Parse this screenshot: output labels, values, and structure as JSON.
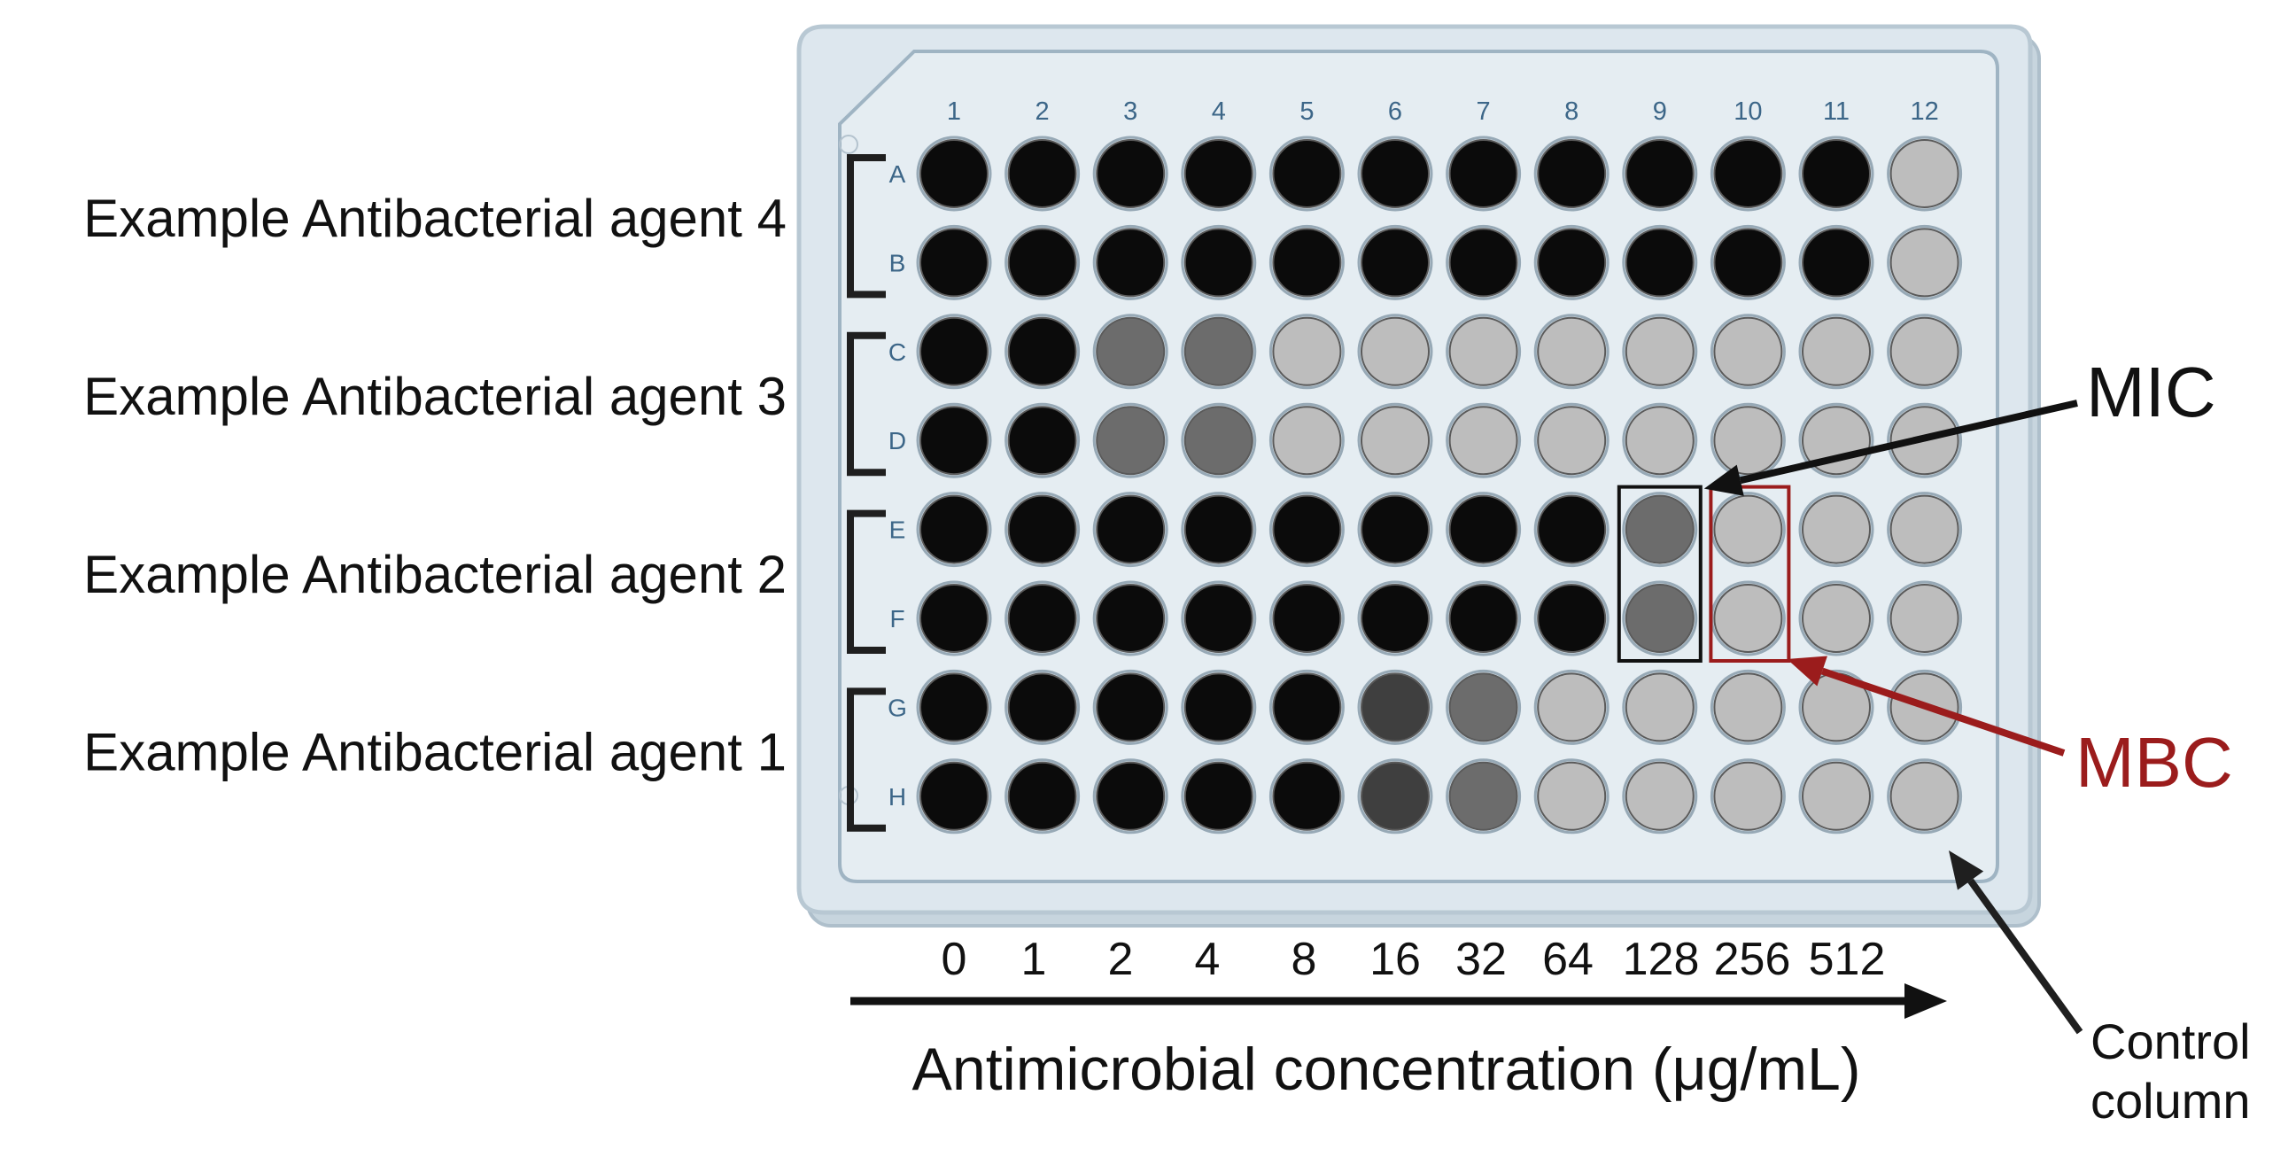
{
  "plate": {
    "column_labels": [
      "1",
      "2",
      "3",
      "4",
      "5",
      "6",
      "7",
      "8",
      "9",
      "10",
      "11",
      "12"
    ],
    "row_labels": [
      "A",
      "B",
      "C",
      "D",
      "E",
      "F",
      "G",
      "H"
    ],
    "well_levels": [
      [
        "black",
        "black",
        "black",
        "black",
        "black",
        "black",
        "black",
        "black",
        "black",
        "black",
        "black",
        "light"
      ],
      [
        "black",
        "black",
        "black",
        "black",
        "black",
        "black",
        "black",
        "black",
        "black",
        "black",
        "black",
        "light"
      ],
      [
        "black",
        "black",
        "medium",
        "medium",
        "light",
        "light",
        "light",
        "light",
        "light",
        "light",
        "light",
        "light"
      ],
      [
        "black",
        "black",
        "medium",
        "medium",
        "light",
        "light",
        "light",
        "light",
        "light",
        "light",
        "light",
        "light"
      ],
      [
        "black",
        "black",
        "black",
        "black",
        "black",
        "black",
        "black",
        "black",
        "medium",
        "light",
        "light",
        "light"
      ],
      [
        "black",
        "black",
        "black",
        "black",
        "black",
        "black",
        "black",
        "black",
        "medium",
        "light",
        "light",
        "light"
      ],
      [
        "black",
        "black",
        "black",
        "black",
        "black",
        "dark",
        "medium",
        "light",
        "light",
        "light",
        "light",
        "light"
      ],
      [
        "black",
        "black",
        "black",
        "black",
        "black",
        "dark",
        "medium",
        "light",
        "light",
        "light",
        "light",
        "light"
      ]
    ],
    "well_colors": {
      "black": "#0b0b0b",
      "dark": "#3f3f3f",
      "medium": "#6c6c6c",
      "light": "#bdbdbd"
    },
    "plate_fill": "#dde7ee",
    "plate_inner_fill": "#e5edf2",
    "plate_edge": "#b8c8d3",
    "label_color": "#3c6688"
  },
  "groups": [
    {
      "label": "Example Antibacterial agent 4",
      "rows": [
        "A",
        "B"
      ]
    },
    {
      "label": "Example Antibacterial agent 3",
      "rows": [
        "C",
        "D"
      ]
    },
    {
      "label": "Example Antibacterial agent 2",
      "rows": [
        "E",
        "F"
      ]
    },
    {
      "label": "Example Antibacterial agent 1",
      "rows": [
        "G",
        "H"
      ]
    }
  ],
  "concentrations": [
    "0",
    "1",
    "2",
    "4",
    "8",
    "16",
    "32",
    "64",
    "128",
    "256",
    "512"
  ],
  "axis_label": "Antimicrobial concentration (μg/mL)",
  "annotations": {
    "mic": {
      "label": "MIC",
      "column": "9",
      "rows": [
        "E",
        "F"
      ],
      "color": "#111111"
    },
    "mbc": {
      "label": "MBC",
      "column": "10",
      "rows": [
        "E",
        "F"
      ],
      "color": "#9b1c1c"
    },
    "control": {
      "line1": "Control",
      "line2": "column"
    }
  }
}
